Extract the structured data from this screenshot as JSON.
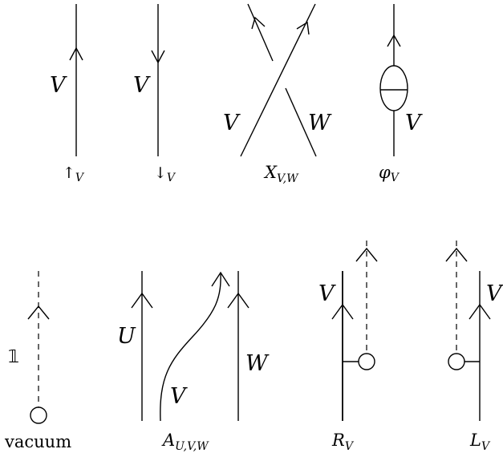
{
  "diagrams": {
    "up": {
      "label": "V",
      "caption": "↑",
      "caption_sub": "V"
    },
    "down": {
      "label": "V",
      "caption": "↓",
      "caption_sub": "V"
    },
    "crossing": {
      "label_left": "V",
      "label_right": "W",
      "caption": "X",
      "caption_sub": "V,W"
    },
    "morphism": {
      "label": "V",
      "caption": "φ",
      "caption_sub": "V"
    },
    "vacuum": {
      "label": "𝟙",
      "caption": "vacuum"
    },
    "associator": {
      "label_left": "U",
      "label_mid": "V",
      "label_right": "W",
      "caption": "A",
      "caption_sub": "U,V,W"
    },
    "right_unitor": {
      "label": "V",
      "caption": "R",
      "caption_sub": "V"
    },
    "left_unitor": {
      "label": "V",
      "caption": "L",
      "caption_sub": "V"
    }
  }
}
